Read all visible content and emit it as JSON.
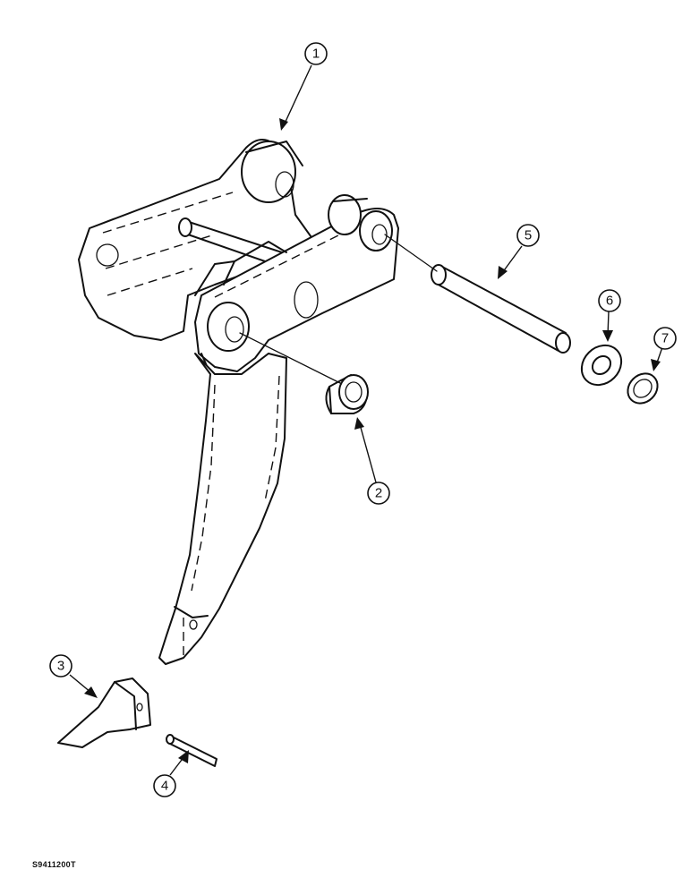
{
  "figure": {
    "reference_code": "S9411200T"
  },
  "callouts": [
    {
      "number": "1"
    },
    {
      "number": "2"
    },
    {
      "number": "3"
    },
    {
      "number": "4"
    },
    {
      "number": "5"
    },
    {
      "number": "6"
    },
    {
      "number": "7"
    }
  ]
}
